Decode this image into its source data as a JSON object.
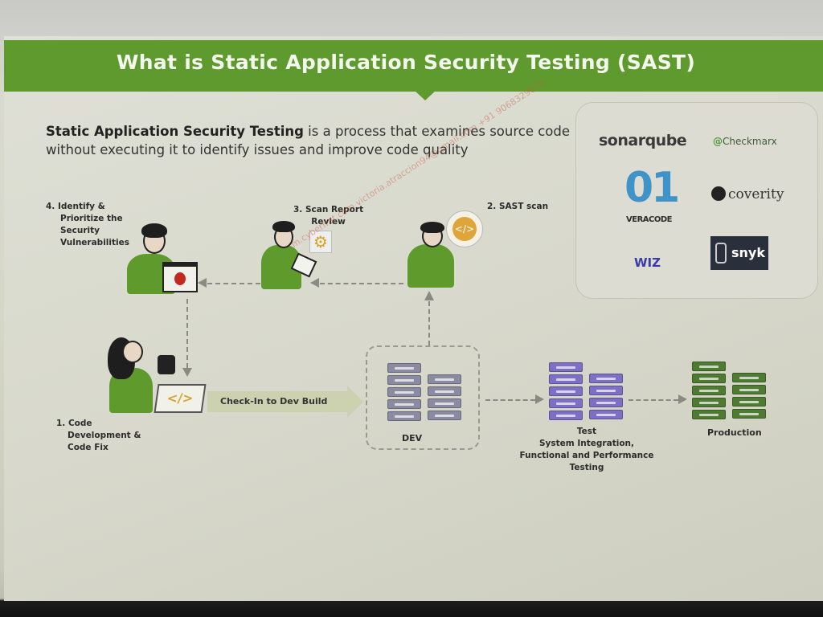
{
  "title": "What is Static Application Security Testing (SAST)",
  "intro": {
    "bold": "Static Application Security Testing",
    "rest": " is a process that examines source code without executing it to identify issues and improve code quality"
  },
  "steps": {
    "step1": [
      "1. Code",
      "Development &",
      "Code Fix"
    ],
    "step2": "2. SAST scan",
    "step3": [
      "3. Scan Report",
      "Review"
    ],
    "step4": [
      "4. Identify &",
      "Prioritize the",
      "Security",
      "Vulnerabilities"
    ]
  },
  "checkin": "Check-In to Dev Build",
  "environments": {
    "dev": "DEV",
    "test": [
      "Test",
      "System Integration,",
      "Functional and Performance",
      "Testing"
    ],
    "production": "Production"
  },
  "tools": {
    "sonarqube": "sonarqube",
    "checkmarx": "Checkmarx",
    "veracode_mark": "01",
    "veracode": "VERACODE",
    "coverity": "coverity",
    "wiz": "WIZ",
    "snyk": "snyk"
  },
  "watermark": "m.cyberfrat.com victoria.atraccion94@gmail.com +91 9068329076",
  "colors": {
    "green": "#5e9a2d",
    "dev_server": "#8a8aa0",
    "test_server": "#7d6fc4",
    "prod_server": "#4f7a32",
    "veracode": "#3f93c9"
  }
}
